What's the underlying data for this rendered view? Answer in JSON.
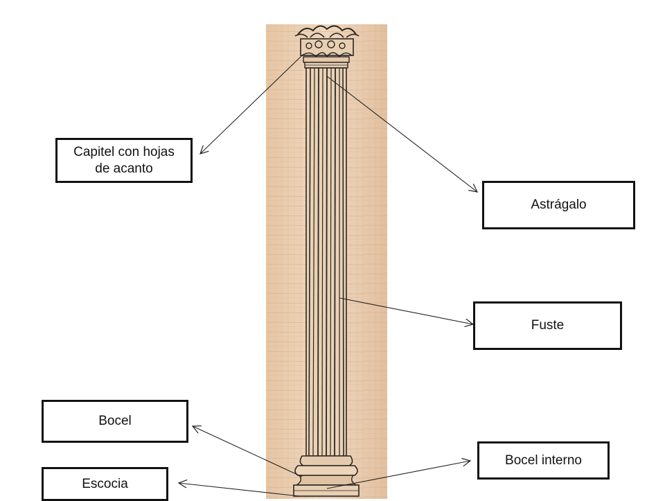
{
  "labels": {
    "capitel": "Capitel con hojas\nde acanto",
    "astragalo": "Astrágalo",
    "fuste": "Fuste",
    "bocel": "Bocel",
    "bocel_interno": "Bocel interno",
    "escocia": "Escocia"
  },
  "colors": {
    "papyrus_light": "#ecd3b8",
    "papyrus_dark": "#d8b595",
    "ink": "#2b2622",
    "arrow": "#222222",
    "box_border": "#111111"
  }
}
